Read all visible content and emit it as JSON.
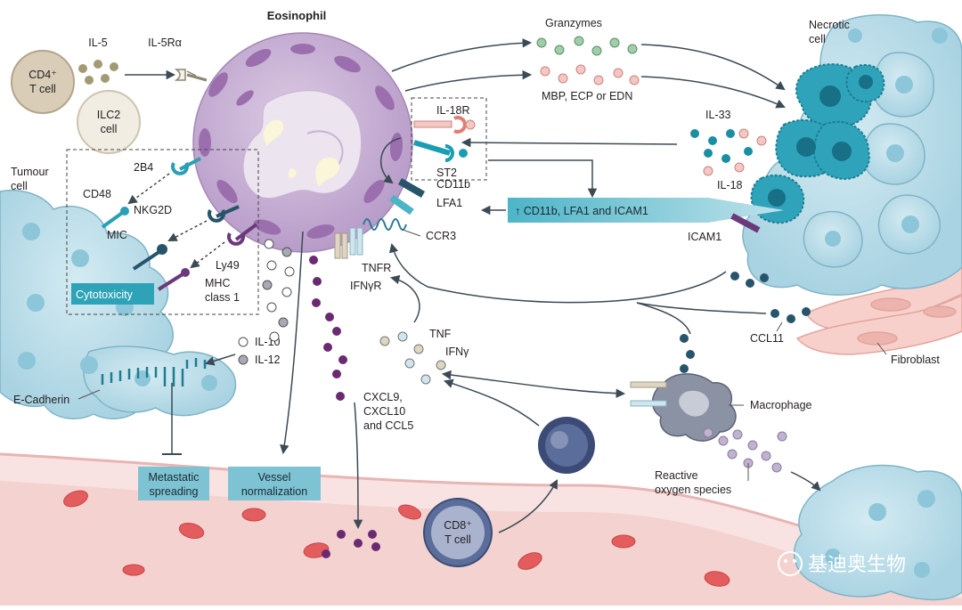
{
  "labels": {
    "eosinophil": "Eosinophil",
    "granzymes": "Granzymes",
    "mbp": "MBP, ECP or EDN",
    "necrotic_cell": [
      "Necrotic",
      "cell"
    ],
    "il5": "IL-5",
    "il5ra": "IL-5Rα",
    "cd4": [
      "CD4⁺",
      "T cell"
    ],
    "ilc2": [
      "ILC2",
      "cell"
    ],
    "il18r": "IL-18R",
    "st2": "ST2",
    "il33": "IL-33",
    "il18": "IL-18",
    "cd11b": "CD11b",
    "lfa1": "LFA1",
    "ccr3": "CCR3",
    "upreg": "↑ CD11b, LFA1 and ICAM1",
    "icam1": "ICAM1",
    "tumour_cell": [
      "Tumour",
      "cell"
    ],
    "b24": "2B4",
    "cd48": "CD48",
    "nkg2d": "NKG2D",
    "mic": "MIC",
    "ly49": "Ly49",
    "mhc": [
      "MHC",
      "class 1"
    ],
    "cytotoxicity": "Cytotoxicity",
    "tnfr": "TNFR",
    "ifngr": "IFNγR",
    "tnf": "TNF",
    "ifng": "IFNγ",
    "il10": "IL-10",
    "il12": "IL-12",
    "ecadherin": "E-Cadherin",
    "cxcl": [
      "CXCL9,",
      "CXCL10",
      "and CCL5"
    ],
    "metastatic": [
      "Metastatic",
      "spreading"
    ],
    "vessel": [
      "Vessel",
      "normalization"
    ],
    "cd8": [
      "CD8⁺",
      "T cell"
    ],
    "macrophage": "Macrophage",
    "ros": [
      "Reactive",
      "oxygen species"
    ],
    "fibroblast": "Fibroblast",
    "ccl11": "CCL11",
    "watermark": "基迪奥生物"
  }
}
